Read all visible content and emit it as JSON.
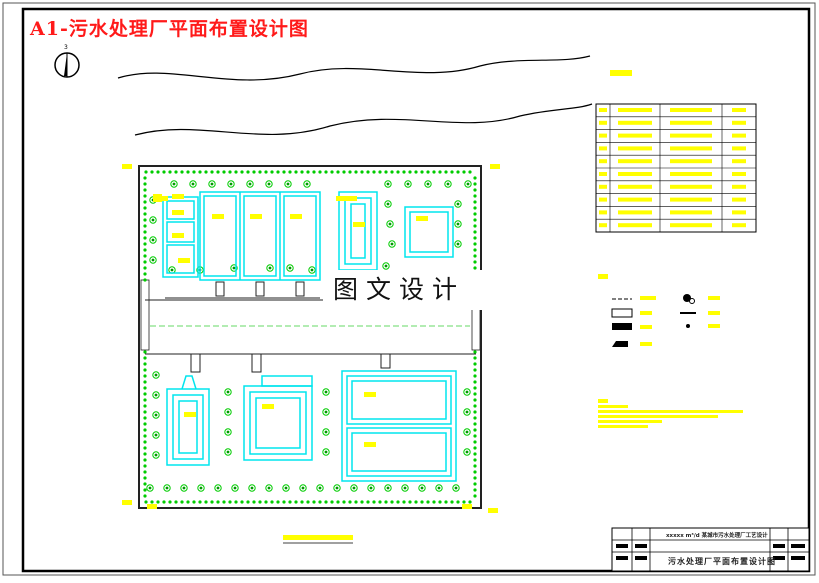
{
  "title": "A1-污水处理厂平面布置设计图",
  "watermark": "图文设计",
  "title_block": {
    "project": "xxxxx m³/d 某城市污水处理厂工艺设计",
    "drawing_name": "污水处理厂平面布置设计图"
  },
  "colors": {
    "border": "#000000",
    "title": "#ff1a1a",
    "structure": "#00e5ee",
    "annotation": "#ffff00",
    "tree_fill": "#009900",
    "tree_ring": "#00cc00",
    "site_wall": "#222222",
    "road_centerline": "#33cc33"
  },
  "icons": [
    "north-arrow-icon",
    "tree-icon",
    "valve-icon"
  ]
}
